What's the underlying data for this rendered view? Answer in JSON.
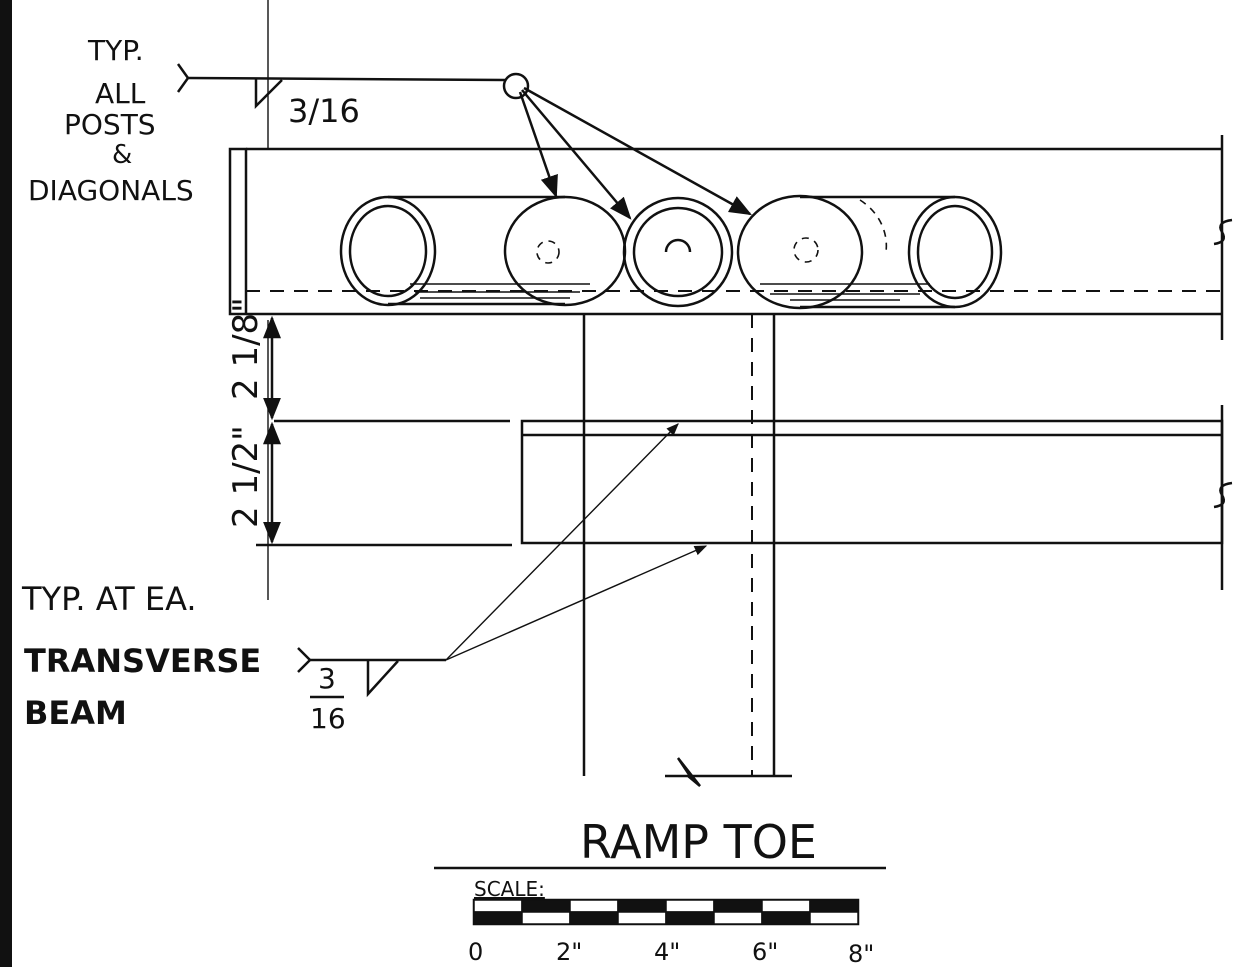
{
  "weld_note_top": {
    "line1": "TYP.",
    "line2": "ALL",
    "line3": "POSTS",
    "line4": "&",
    "line5": "DIAGONALS",
    "size": "3/16"
  },
  "weld_note_bottom": {
    "line1": "TYP. AT EA.",
    "line2": "TRANSVERSE",
    "line3": "BEAM",
    "size_num": "3",
    "size_den": "16"
  },
  "dimensions": {
    "upper": "2 1/8\"",
    "lower": "2 1/2\""
  },
  "title": "RAMP TOE",
  "scale": {
    "label": "SCALE:",
    "ticks": [
      "0",
      "2\"",
      "4\"",
      "6\"",
      "8\""
    ]
  }
}
